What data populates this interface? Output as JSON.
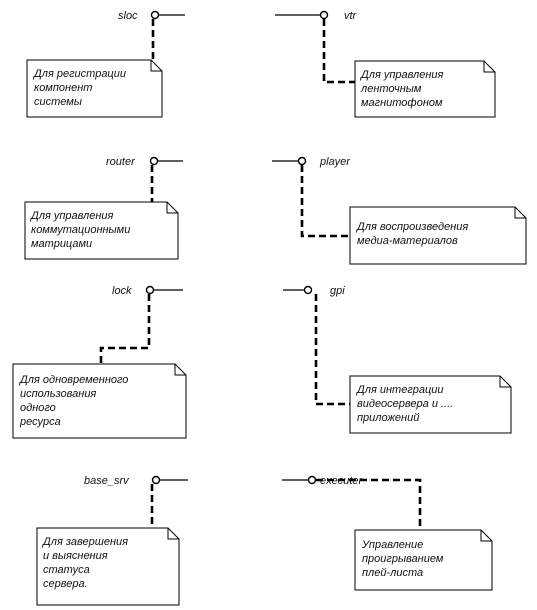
{
  "interfaces": [
    {
      "id": "sloc",
      "label": "sloc",
      "note_lines": [
        "Для регистрации",
        "компонент",
        "системы"
      ]
    },
    {
      "id": "vtr",
      "label": "vtr",
      "note_lines": [
        "Для управления",
        "ленточным",
        "магнитофоном"
      ]
    },
    {
      "id": "router",
      "label": "router",
      "note_lines": [
        "Для управления",
        "коммутационными",
        "матрицами"
      ]
    },
    {
      "id": "player",
      "label": "player",
      "note_lines": [
        "Для воспроизведения",
        "медиа-материалов"
      ]
    },
    {
      "id": "lock",
      "label": "lock",
      "note_lines": [
        "Для одновременного",
        "использования",
        "одного",
        "ресурса"
      ]
    },
    {
      "id": "gpi",
      "label": "gpi",
      "note_lines": [
        "Для интеграции",
        "видеосервера и ....",
        "приложений"
      ]
    },
    {
      "id": "base_srv",
      "label": "base_srv",
      "note_lines": [
        "Для завершения",
        " и выяснения",
        "статуса",
        "сервера."
      ]
    },
    {
      "id": "executer",
      "label": "executer",
      "note_lines": [
        "Управление",
        "проигрыванием",
        "плей-листа"
      ]
    }
  ]
}
